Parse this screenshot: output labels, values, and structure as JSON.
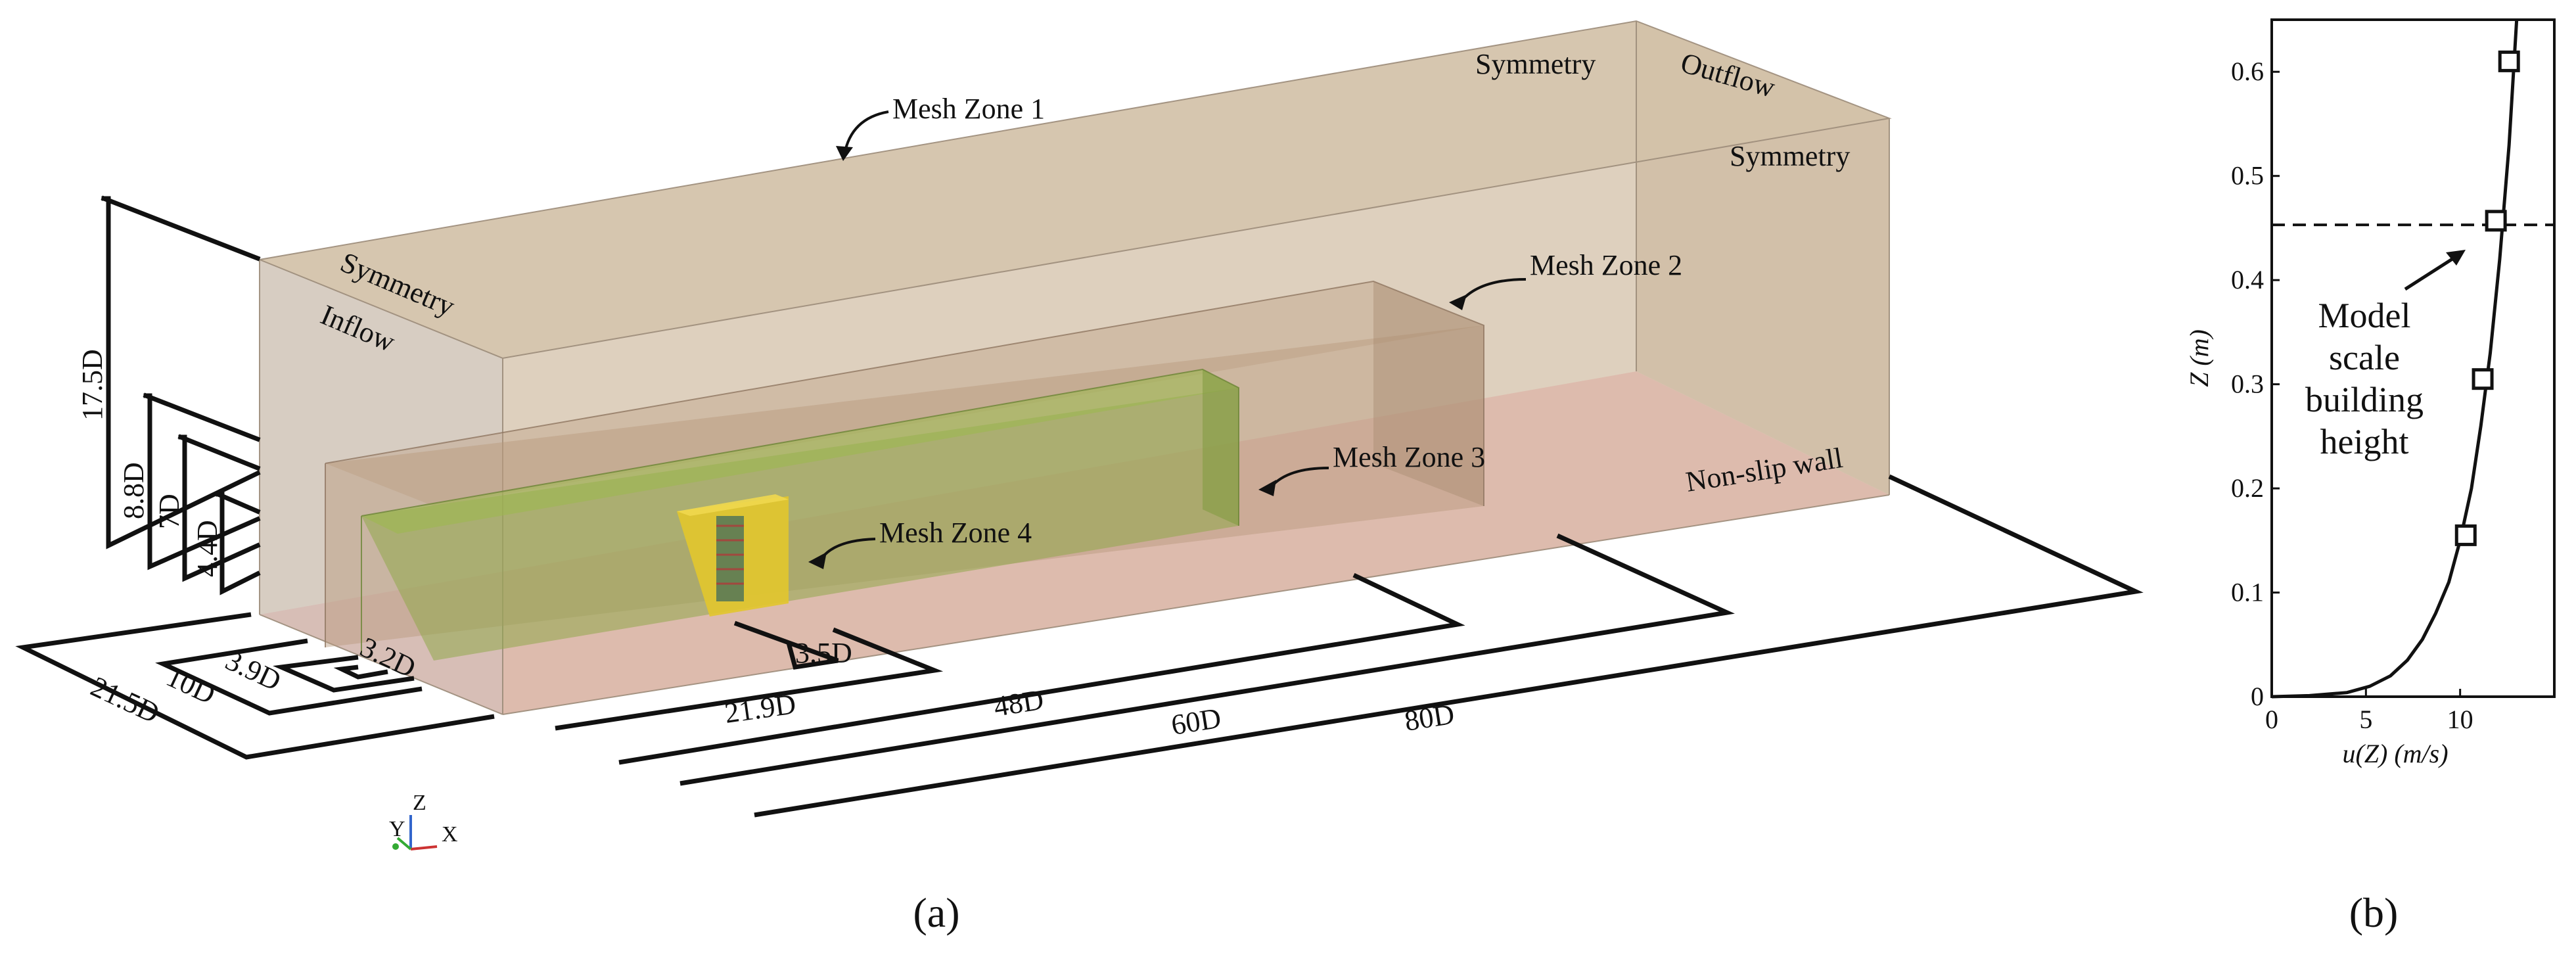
{
  "panel_a": {
    "caption": "(a)",
    "labels": {
      "mesh_zone_1": "Mesh Zone 1",
      "mesh_zone_2": "Mesh Zone 2",
      "mesh_zone_3": "Mesh Zone 3",
      "mesh_zone_4": "Mesh Zone 4",
      "symmetry_top": "Symmetry",
      "outflow": "Outflow",
      "symmetry_right": "Symmetry",
      "symmetry_left": "Symmetry",
      "inflow": "Inflow",
      "non_slip_wall": "Non-slip wall"
    },
    "dimensions": {
      "h_17_5": "17.5D",
      "h_8_8": "8.8D",
      "h_7": "7D",
      "h_4_4": "4.4D",
      "w_21_5": "21.5D",
      "w_10": "10D",
      "w_3_9": "3.9D",
      "w_3_2": "3.2D",
      "l_3_5": "3.5D",
      "l_21_9": "21.9D",
      "l_48": "48D",
      "l_60": "60D",
      "l_80": "80D"
    },
    "axes": {
      "x": "X",
      "y": "Y",
      "z": "Z"
    }
  },
  "panel_b": {
    "caption": "(b)",
    "annotation_lines": [
      "Model",
      "scale",
      "building",
      "height"
    ]
  },
  "chart_data": {
    "type": "line",
    "xlabel": "u(Z) (m/s)",
    "ylabel": "Z (m)",
    "xlim": [
      0,
      15
    ],
    "ylim": [
      0,
      0.65
    ],
    "xticks": [
      "0",
      "5",
      "10"
    ],
    "yticks": [
      "0",
      "0.1",
      "0.2",
      "0.3",
      "0.4",
      "0.5",
      "0.6"
    ],
    "grid": false,
    "profile": {
      "u": [
        0.0,
        2.0,
        4.0,
        5.2,
        6.3,
        7.2,
        8.0,
        8.7,
        9.4,
        10.0,
        10.6,
        11.1,
        11.6,
        12.1,
        12.6,
        13.0
      ],
      "z": [
        0.0,
        0.001,
        0.004,
        0.01,
        0.02,
        0.035,
        0.055,
        0.08,
        0.11,
        0.15,
        0.2,
        0.26,
        0.33,
        0.42,
        0.53,
        0.65
      ]
    },
    "markers": {
      "u": [
        10.3,
        11.2,
        11.9,
        12.6
      ],
      "z": [
        0.155,
        0.305,
        0.457,
        0.61
      ]
    },
    "reference_line": {
      "z": 0.453
    }
  }
}
